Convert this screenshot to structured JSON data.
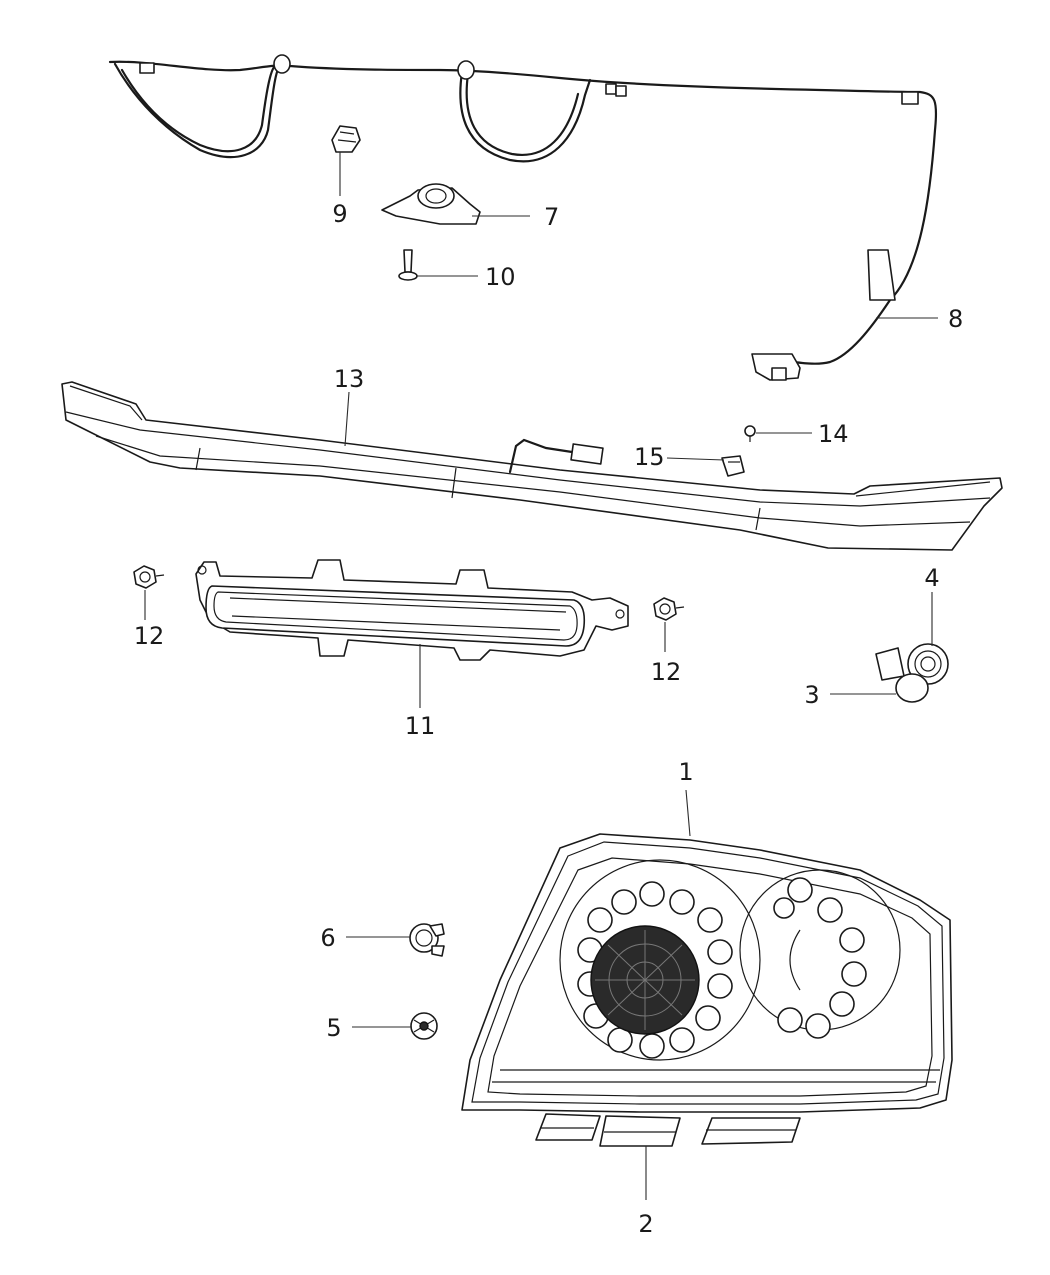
{
  "callouts": {
    "c1": "1",
    "c2": "2",
    "c3": "3",
    "c4": "4",
    "c5": "5",
    "c6": "6",
    "c7": "7",
    "c8": "8",
    "c9": "9",
    "c10": "10",
    "c11": "11",
    "c12a": "12",
    "c12b": "12",
    "c13": "13",
    "c14": "14",
    "c15": "15"
  },
  "colors": {
    "line": "#1a1a1a",
    "background": "#ffffff"
  }
}
